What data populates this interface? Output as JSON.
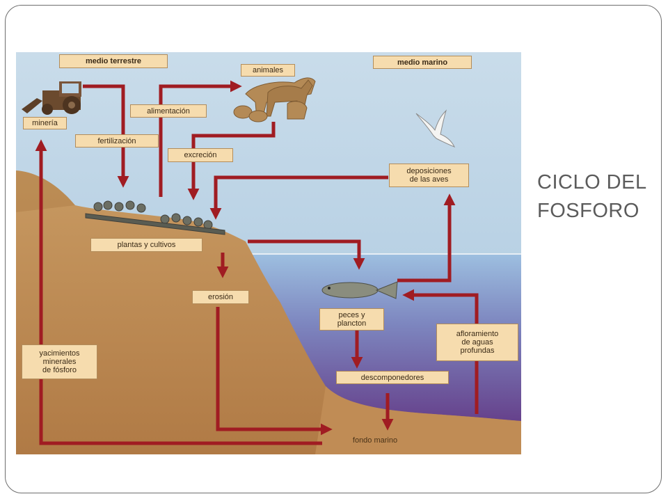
{
  "slide_title": "CICLO DEL\nFOSFORO",
  "labels": {
    "medio_terrestre": "medio terrestre",
    "medio_marino": "medio marino",
    "animales": "animales",
    "mineria": "minería",
    "alimentacion": "alimentación",
    "fertilizacion": "fertilización",
    "excrecion": "excreción",
    "deposiciones": "deposiciones\nde las aves",
    "plantas": "plantas y cultivos",
    "erosion": "erosión",
    "peces": "peces y\nplancton",
    "afloramiento": "afloramiento\nde aguas\nprofundas",
    "yacimientos": "yacimientos\nminerales\nde fósforo",
    "descomponedores": "descomponedores",
    "fondo": "fondo marino"
  },
  "colors": {
    "sky": "#b9d3e6",
    "land": "#b9834d",
    "sea_top": "#8fb3d6",
    "sea_bottom": "#6a2d7e",
    "arrow": "#a01c22",
    "label_fill": "#f6dcae"
  }
}
